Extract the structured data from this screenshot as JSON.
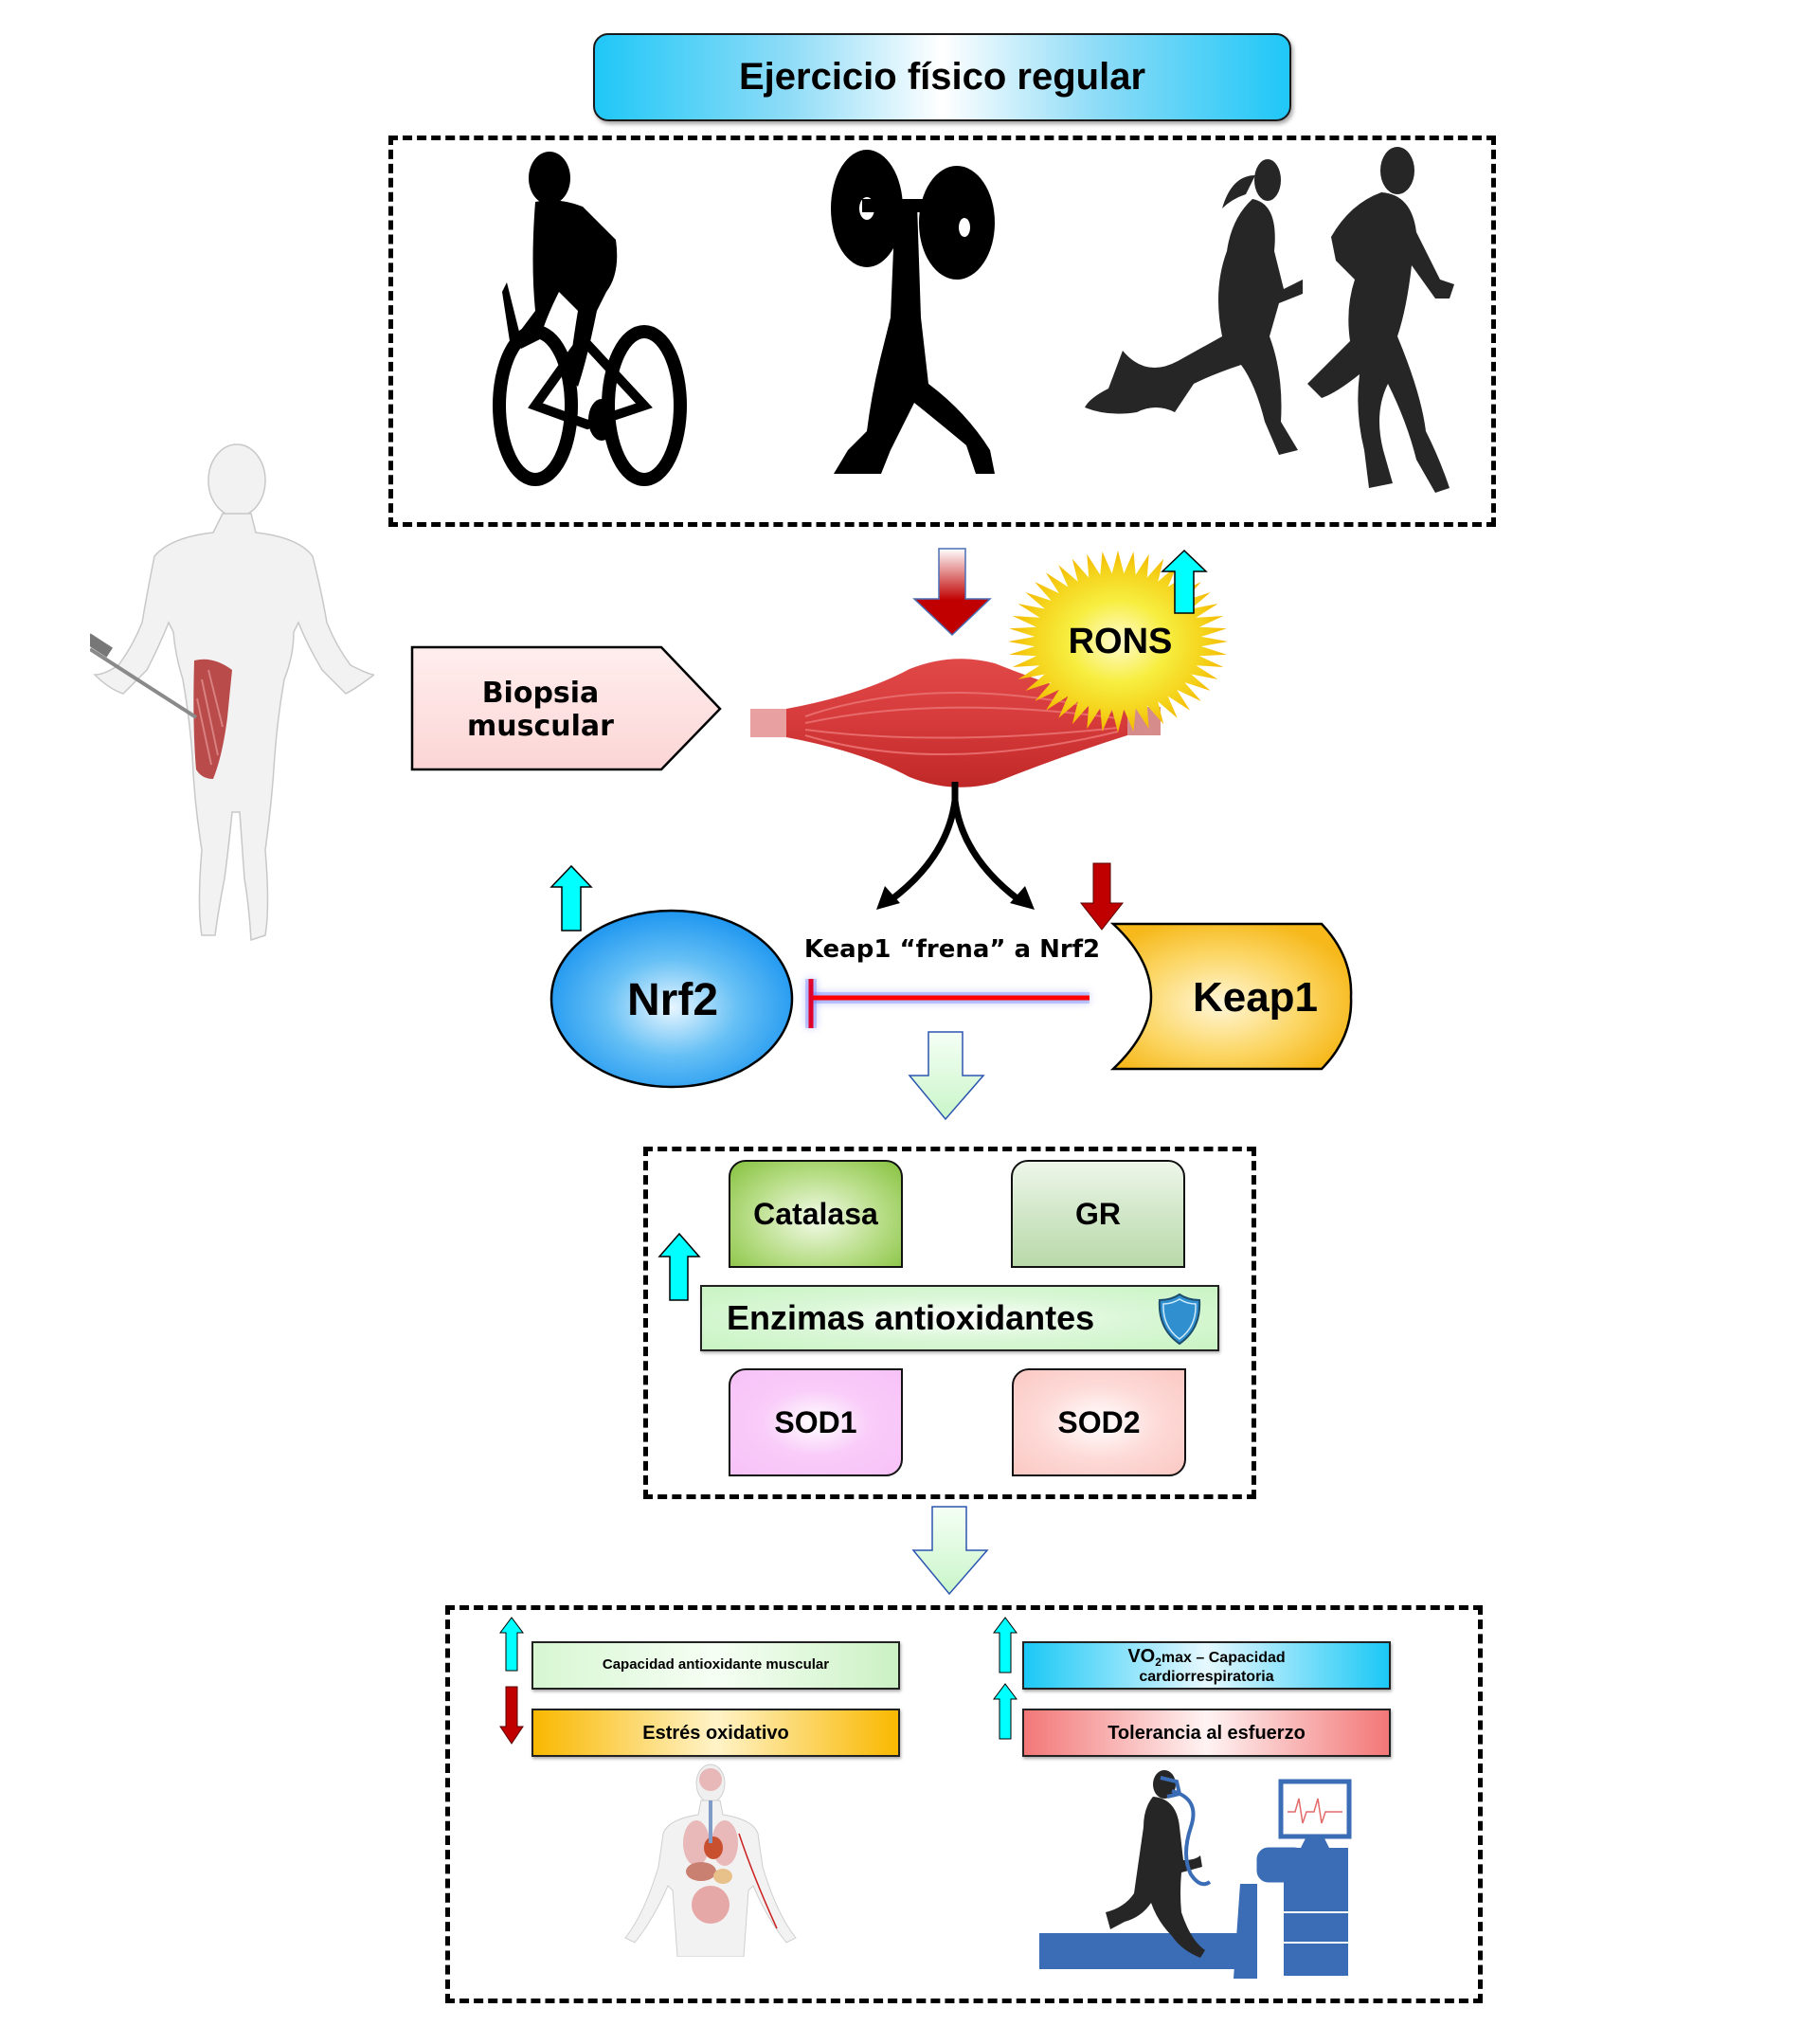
{
  "title": "Ejercicio físico  regular",
  "exercise_panel": {
    "icons": [
      "cyclist-silhouette",
      "weightlifter-silhouette",
      "runners-silhouette"
    ]
  },
  "biopsy": {
    "label": "Biopsia muscular",
    "figure": "human-body-thigh-biopsy"
  },
  "muscle": {
    "icon": "skeletal-muscle",
    "rons_label": "RONS",
    "rons_trend": "up"
  },
  "pathway": {
    "nrf2_label": "Nrf2",
    "nrf2_trend": "up",
    "keap1_label": "Keap1",
    "keap1_trend": "down",
    "inhibition_label": "Keap1 “frena” a Nrf2"
  },
  "enzymes": {
    "title": "Enzimas antioxidantes",
    "trend": "up",
    "items": [
      {
        "label": "Catalasa",
        "color": "#86c13f"
      },
      {
        "label": "GR",
        "color": "#b9d9a9"
      },
      {
        "label": "SOD1",
        "color": "#f7c2f7"
      },
      {
        "label": "SOD2",
        "color": "#fbc8c3"
      }
    ]
  },
  "outcomes": {
    "left": [
      {
        "label": "Capacidad antioxidante muscular",
        "trend": "up"
      },
      {
        "label": "Estrés oxidativo",
        "trend": "down"
      }
    ],
    "right": [
      {
        "label_main": "VO",
        "label_sub": "2",
        "label_rest": "max – Capacidad",
        "label_line2": "cardiorrespiratoria",
        "trend": "up"
      },
      {
        "label": "Tolerancia al esfuerzo",
        "trend": "up"
      }
    ],
    "figures": [
      "human-anatomy-organs",
      "treadmill-ergospirometry"
    ]
  },
  "colors": {
    "up_arrow": "#00ffff",
    "down_arrow": "#c00000",
    "flow_arrow": "#ccf5cc",
    "inhibition": "#ff0000"
  }
}
